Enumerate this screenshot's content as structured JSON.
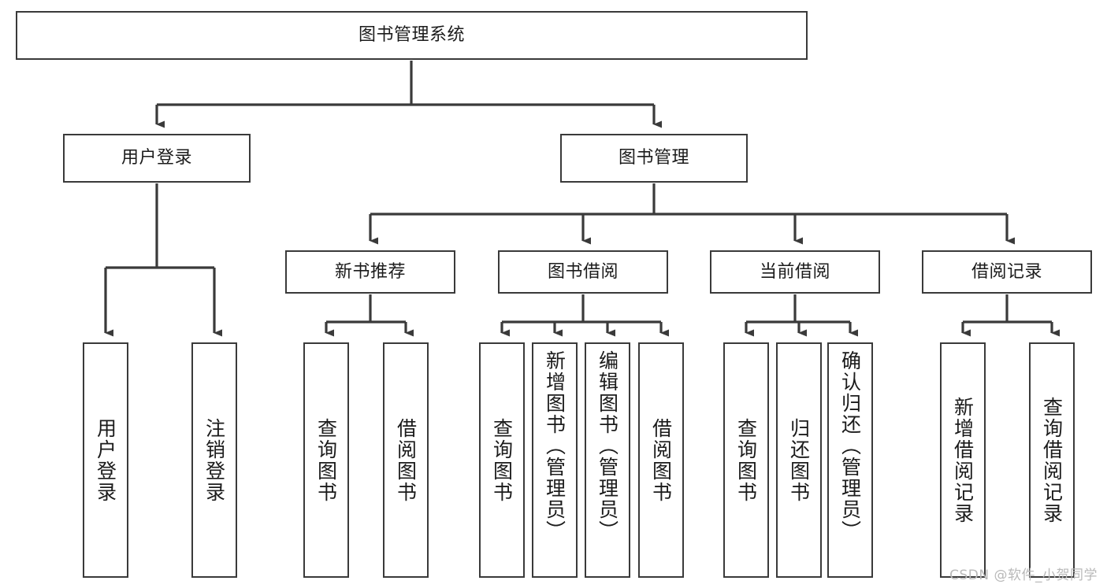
{
  "diagram": {
    "type": "tree",
    "title": "图书管理系统",
    "root": {
      "id": "root",
      "label": "图书管理系统"
    },
    "level2": [
      {
        "id": "user-login",
        "label": "用户登录"
      },
      {
        "id": "book-management",
        "label": "图书管理"
      }
    ],
    "level3": [
      {
        "id": "new-book-recommend",
        "label": "新书推荐"
      },
      {
        "id": "book-borrow",
        "label": "图书借阅"
      },
      {
        "id": "current-borrow",
        "label": "当前借阅"
      },
      {
        "id": "borrow-record",
        "label": "借阅记录"
      }
    ],
    "leaves": {
      "user_login": [
        {
          "id": "leaf-user-login",
          "label": "用户登录"
        },
        {
          "id": "leaf-logout-login",
          "label": "注销登录"
        }
      ],
      "new_book_recommend": [
        {
          "id": "leaf-query-book-1",
          "label": "查询图书"
        },
        {
          "id": "leaf-borrow-book-1",
          "label": "借阅图书"
        }
      ],
      "book_borrow": [
        {
          "id": "leaf-query-book-2",
          "label": "查询图书"
        },
        {
          "id": "leaf-add-book",
          "label": "新增图书（管理员）"
        },
        {
          "id": "leaf-edit-book",
          "label": "编辑图书（管理员）"
        },
        {
          "id": "leaf-borrow-book-2",
          "label": "借阅图书"
        }
      ],
      "current_borrow": [
        {
          "id": "leaf-query-book-3",
          "label": "查询图书"
        },
        {
          "id": "leaf-return-book",
          "label": "归还图书"
        },
        {
          "id": "leaf-confirm-return",
          "label": "确认归还（管理员）"
        }
      ],
      "borrow_record": [
        {
          "id": "leaf-add-record",
          "label": "新增借阅记录"
        },
        {
          "id": "leaf-query-record",
          "label": "查询借阅记录"
        }
      ]
    },
    "colors": {
      "stroke": "#3a3a3a",
      "fill": "#ffffff",
      "text": "#1b1b1b",
      "watermark": "#b9b9b9"
    }
  },
  "watermark": {
    "text": "CSDN @软件_小贺同学"
  }
}
